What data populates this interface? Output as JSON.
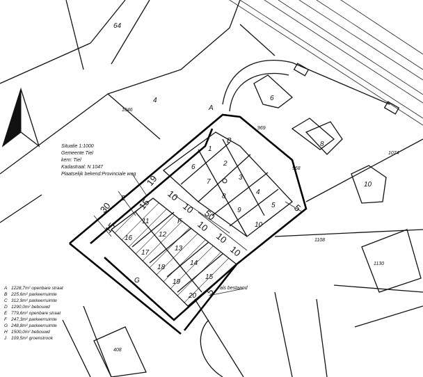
{
  "site_info": {
    "title": "Situatie 1:1000",
    "municipality": "Gemeente Tiel",
    "core": "kern: Tiel",
    "cadastre": "Kadastraal: N 1047",
    "visible_from": "Plaatselijk bekend:Provinciale weg"
  },
  "legend": [
    {
      "key": "A",
      "text": "1228,7m² openbare straat"
    },
    {
      "key": "B",
      "text": "225,6m² parkeerruimte"
    },
    {
      "key": "C",
      "text": "312,9m² parkeerruimte"
    },
    {
      "key": "D",
      "text": "1290,0m² bebouwd"
    },
    {
      "key": "E",
      "text": "779,6m² openbare straat"
    },
    {
      "key": "F",
      "text": "247,3m² parkeerruimte"
    },
    {
      "key": "G",
      "text": "248,8m² parkeerruimte"
    },
    {
      "key": "H",
      "text": "1500,0m² bebouwd"
    },
    {
      "key": "J",
      "text": "109,5m² groenstrook"
    }
  ],
  "map_labels": {
    "parcel_64": "64",
    "parcel_4": "4",
    "parcel_1046": "1046",
    "parcel_969": "969",
    "parcel_968": "968",
    "parcel_1074": "1074",
    "parcel_1108": "1108",
    "parcel_1130": "1130",
    "parcel_408": "408",
    "house_6": "6",
    "house_8": "8",
    "house_10": "10",
    "area_A": "A",
    "area_B": "B",
    "area_E": "E",
    "area_F": "F",
    "area_G": "G",
    "as_built": "als bestaand"
  },
  "plots_upper": [
    "1",
    "2",
    "3",
    "4",
    "5",
    "6",
    "7",
    "8",
    "9",
    "10"
  ],
  "plots_lower": [
    "11",
    "12",
    "13",
    "14",
    "15",
    "16",
    "17",
    "18",
    "19",
    "20"
  ],
  "dimensions": {
    "d19": "19",
    "d15a": "15",
    "d10a": "10",
    "d10b": "10",
    "d50": "50",
    "d5": "5",
    "d30": "30",
    "d15b": "15",
    "d10c": "10",
    "d10d": "10",
    "d10e": "10",
    "d5b": "5"
  },
  "north_arrow": "north-arrow"
}
